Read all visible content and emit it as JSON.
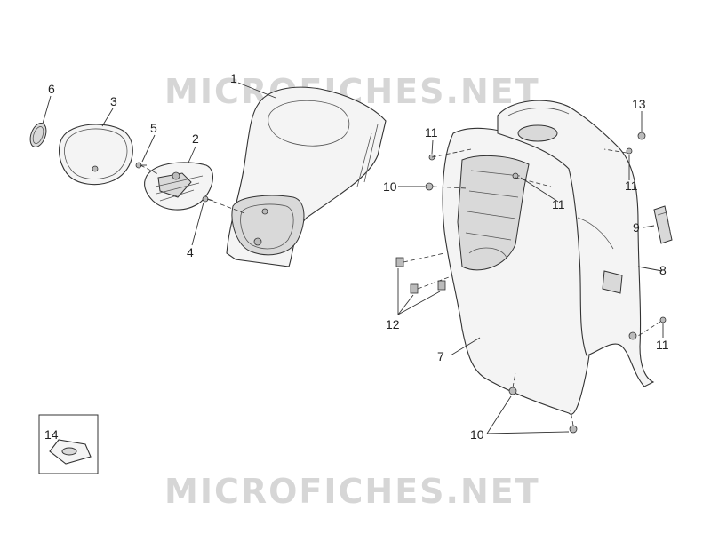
{
  "watermarks": [
    "MICROFICHES.NET",
    "MICROFICHES.NET"
  ],
  "callouts": [
    "1",
    "2",
    "3",
    "4",
    "5",
    "6",
    "7",
    "8",
    "9",
    "10",
    "10",
    "11",
    "11",
    "11",
    "11",
    "12",
    "13",
    "14"
  ]
}
